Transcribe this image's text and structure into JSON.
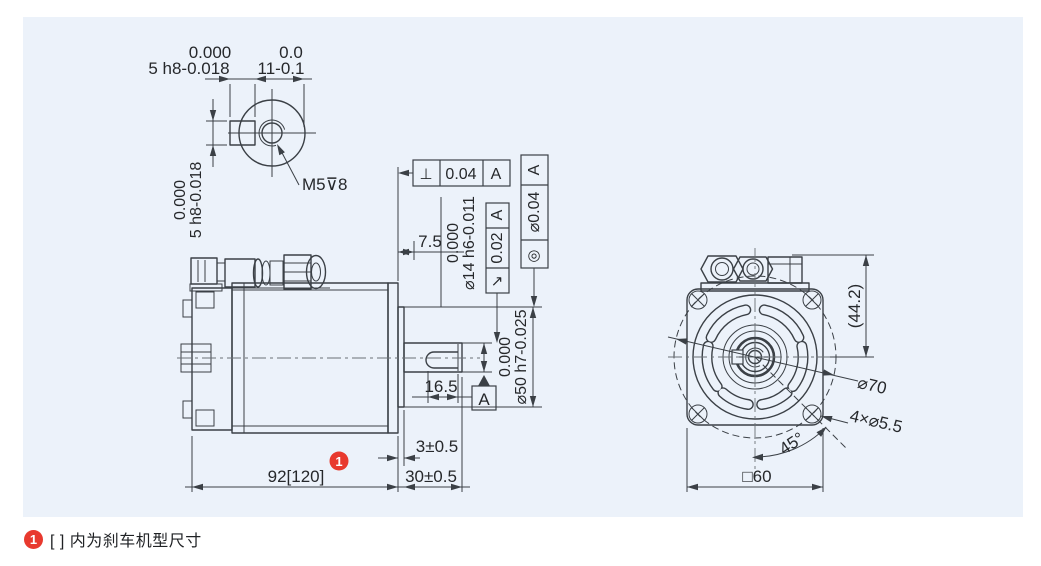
{
  "drawing": {
    "colors": {
      "panel": "#ecf2fa",
      "line": "#3b4046",
      "accent_red": "#e8392e"
    },
    "shaft_end_view": {
      "key_width_top": {
        "upper": "0.000",
        "label": "5 h8-0.018"
      },
      "keyway_flat": {
        "upper": "0.0",
        "label": "11-0.1"
      },
      "key_width_side": {
        "upper": "0.000",
        "label": "5 h8-0.018"
      },
      "tapped_hole": "M5⊽8"
    },
    "side_view": {
      "perpendicularity": {
        "symbol": "⊥",
        "value": "0.04",
        "datum": "A"
      },
      "runout": {
        "symbol": "↗",
        "value": "0.02",
        "datum": "A"
      },
      "concentricity": {
        "symbol": "◎",
        "value": "⌀0.04",
        "datum": "A"
      },
      "shaft_diameter": {
        "upper": "0.000",
        "label": "⌀14 h6-0.011"
      },
      "pilot_diameter": {
        "upper": "0.000",
        "label": "⌀50 h7-0.025"
      },
      "shoulder": "7.5",
      "keyway_length": "16.5",
      "datum": "A",
      "pilot_depth": "3±0.5",
      "shaft_length": "30±0.5",
      "body_length": "92[120]",
      "badge": "1"
    },
    "front_view": {
      "height_to_center": "(44.2)",
      "bolt_circle": "⌀70",
      "mounting_holes": "4×⌀5.5",
      "hole_angle": "45°",
      "flange_square": "□60"
    },
    "note": {
      "badge": "1",
      "text": "[ ] 内为刹车机型尺寸"
    }
  }
}
